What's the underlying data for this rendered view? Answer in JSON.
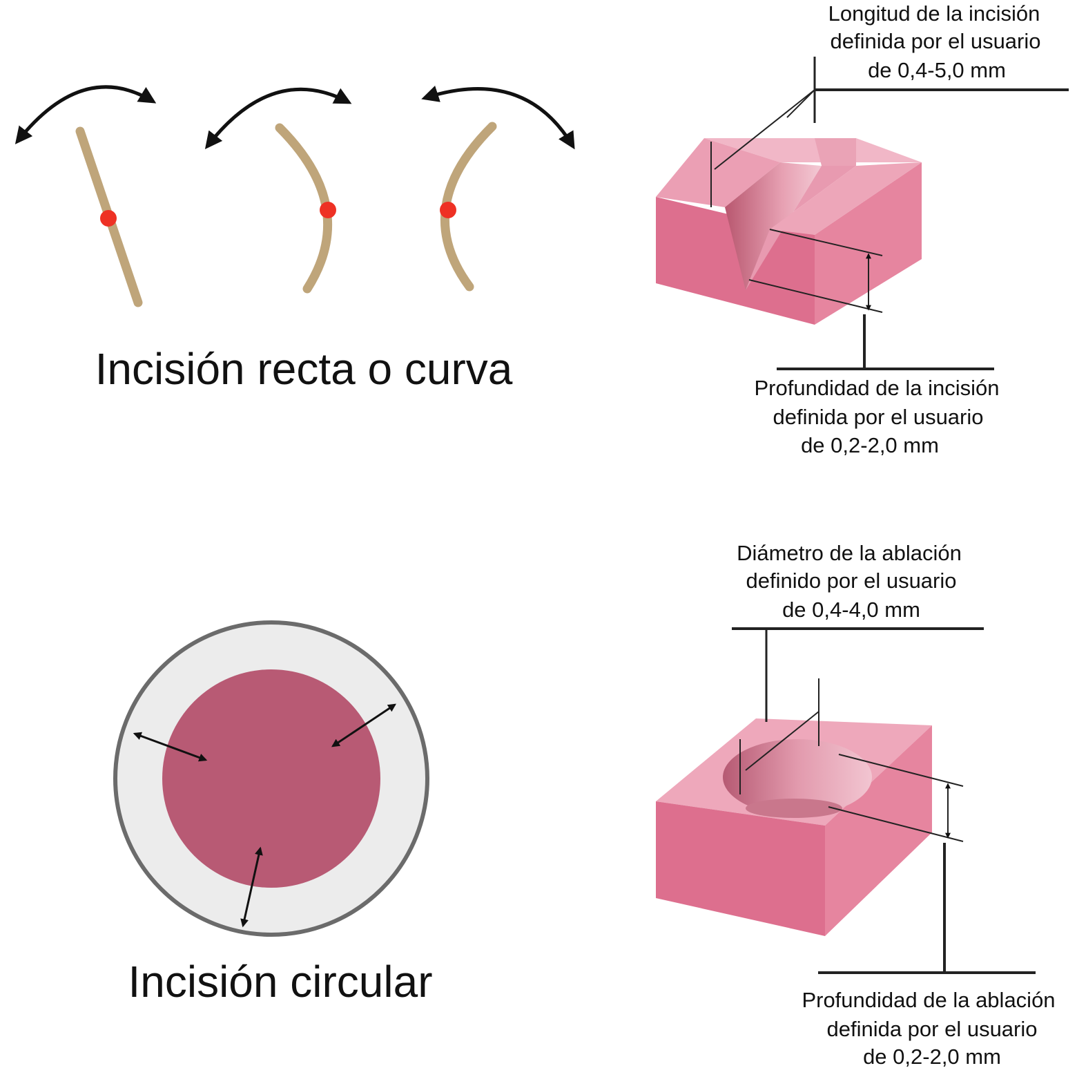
{
  "captions": {
    "straight_or_curved": "Incisión recta o curva",
    "circular": "Incisión circular"
  },
  "labels": {
    "incision_length": [
      "Longitud de la incisión",
      "definida por el usuario",
      "de 0,4-5,0 mm"
    ],
    "incision_depth": [
      "Profundidad de la incisión",
      "definida por el usuario",
      "de 0,2-2,0 mm"
    ],
    "ablation_diameter": [
      "Diámetro de la ablación",
      "definido por el usuario",
      "de 0,4-4,0 mm"
    ],
    "ablation_depth": [
      "Profundidad de la ablación",
      "definida por el usuario",
      "de 0,2-2,0 mm"
    ]
  },
  "colors": {
    "incision_line": "#bfa57a",
    "center_dot": "#ee3124",
    "block_top": "#eb9fb4",
    "block_front": "#dd6f8e",
    "block_side": "#e6859f",
    "ablation_zone": "#b85a74",
    "ring_fill": "#ececec",
    "ring_border": "#6b6b6b",
    "ink": "#111111"
  },
  "icons": {
    "rotation_arrow": "curved-double-arrow-icon",
    "radial_arrow": "double-arrow-icon"
  }
}
